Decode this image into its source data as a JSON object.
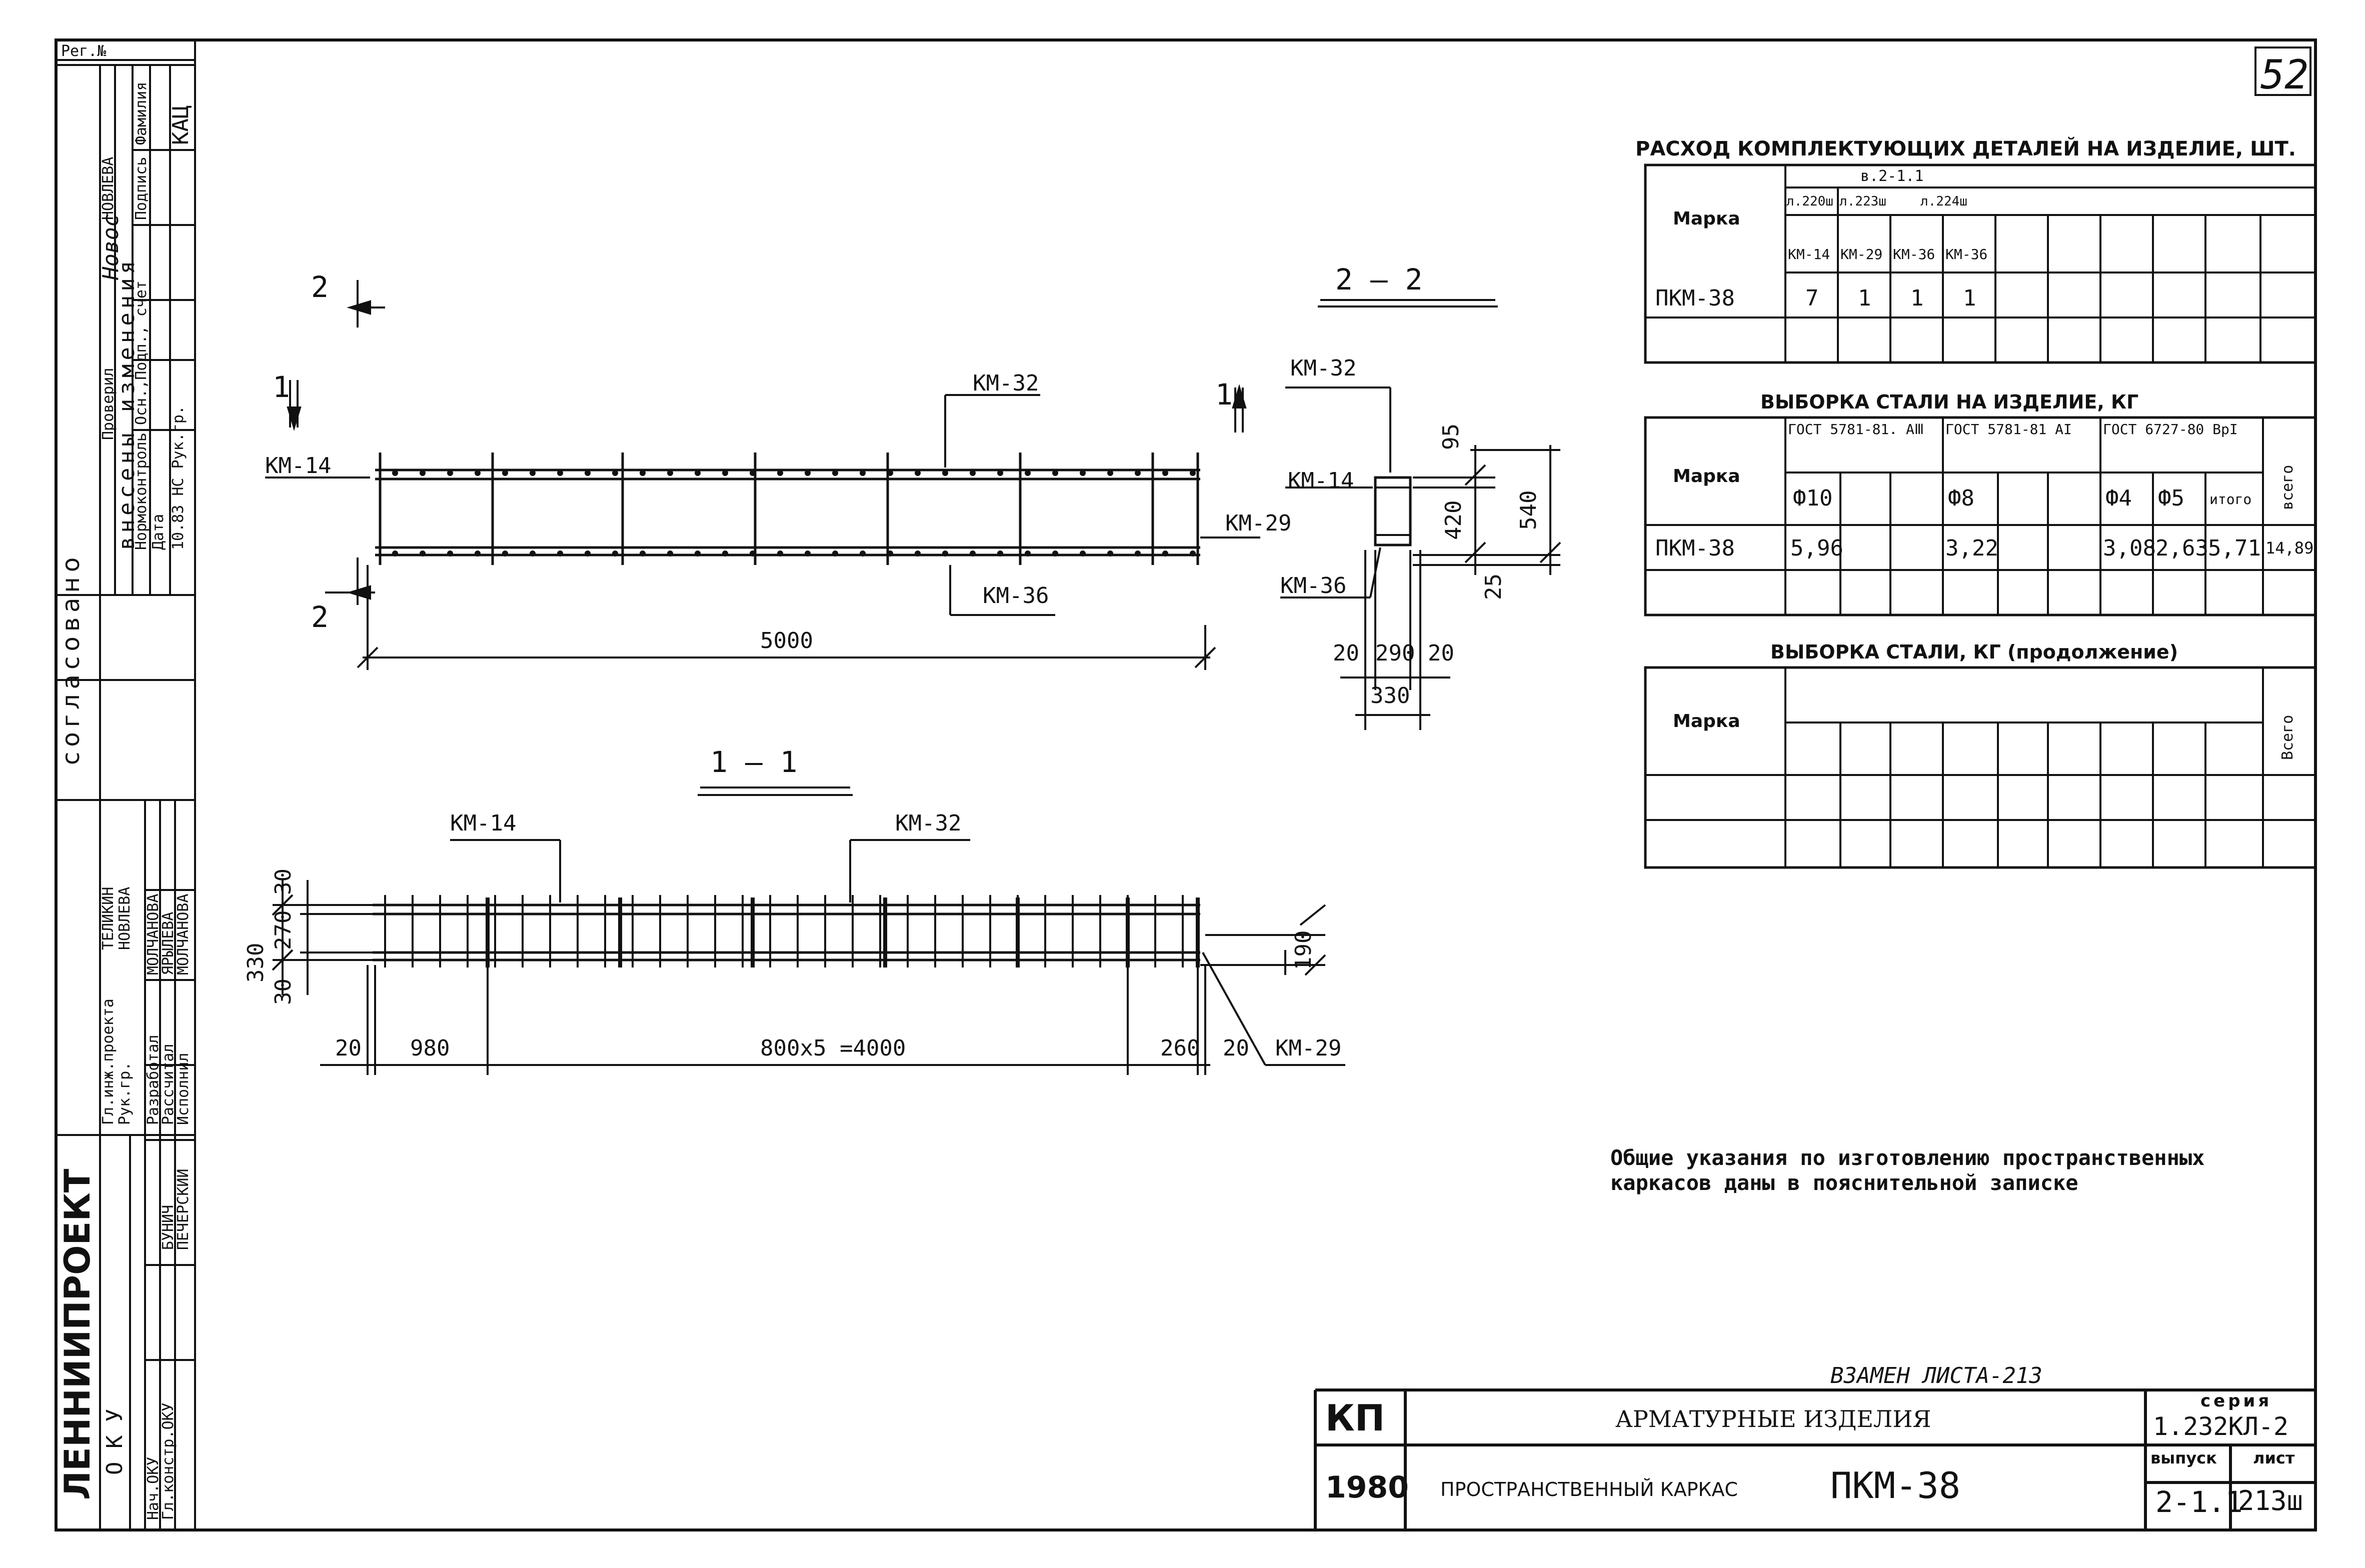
{
  "page_number": "52",
  "side_stamp": {
    "reg_no": "Рег.№",
    "org": "ЛЕННИИПРОЕКТ",
    "dept": "О К У",
    "agreed": "согласовано",
    "changes_title": "внесены изменения",
    "checked_label": "Проверил",
    "checked_sig": "Новос",
    "checked_name": "НОВЛЕВА",
    "norm_label": "Нормоконтроль",
    "col_date": "Дата",
    "col_basis": "Осн.,Подп., счет",
    "col_signature": "Подпись",
    "col_surname": "Фамилия",
    "change_row": "10.83 НС Рук.гр.",
    "change_surname": "КАЦ",
    "gip_label": "Гл.инж.проекта",
    "gip_name": "ТЕЛИКИН",
    "group_label": "Рук.гр.",
    "group_name": "НОВЛЕВА",
    "developed_label": "Разработал",
    "developed_name": "МОЛЧАНОВА",
    "calc_label": "Рассчитал",
    "calc_name": "ЯРЫЛЕВА",
    "exec_label": "Исполнил",
    "exec_name": "МОЛЧАНОВА",
    "head_label": "Нач.ОКУ",
    "head_name": "ПЕЧЕРСКИЙ",
    "chief_label": "Гл.констр.ОКУ",
    "chief_name": "БУНИЧ"
  },
  "elevation": {
    "section_mark": "2",
    "section_mark_11": "1",
    "km32": "КМ-32",
    "km14": "КМ-14",
    "km29": "КМ-29",
    "km36": "КМ-36",
    "length": "5000"
  },
  "section22": {
    "title": "2 — 2",
    "km32": "КМ-32",
    "km14": "КМ-14",
    "km36": "КМ-36",
    "d95": "95",
    "d420": "420",
    "d540": "540",
    "d25": "25",
    "d20a": "20",
    "d290": "290",
    "d20b": "20",
    "d330": "330"
  },
  "section11": {
    "title": "1 — 1",
    "km14": "КМ-14",
    "km32": "КМ-32",
    "km29": "КМ-29",
    "d330": "330",
    "d30a": "30",
    "d270": "270",
    "d30b": "30",
    "d190": "190",
    "d20a": "20",
    "d980": "980",
    "dspan": "800х5 =4000",
    "d260": "260",
    "d20b": "20"
  },
  "table1": {
    "title": "РАСХОД КОМПЛЕКТУЮЩИХ ДЕТАЛЕЙ НА ИЗДЕЛИЕ, ШТ.",
    "marka": "Марка",
    "group": "в.2-1.1",
    "sub1": "л.220ш",
    "sub2": "л.223ш",
    "sub3": "л.224ш",
    "cols": [
      "КМ-14",
      "КМ-29",
      "КМ-36",
      "КМ-36"
    ],
    "row_mark": "ПКМ-38",
    "row_vals": [
      "7",
      "1",
      "1",
      "1"
    ]
  },
  "table2": {
    "title": "ВЫБОРКА СТАЛИ НА ИЗДЕЛИЕ, КГ",
    "marka": "Марка",
    "g1": "ГОСТ 5781-81. АⅢ",
    "g2": "ГОСТ 5781-81 АI",
    "g3": "ГОСТ 6727-80 ВрI",
    "total": "всего",
    "d10": "Ф10",
    "d8": "Ф8",
    "d4": "Ф4",
    "d5": "Ф5",
    "itogo": "итого",
    "row_mark": "ПКМ-38",
    "v10": "5,96",
    "v8": "3,22",
    "v4": "3,08",
    "v5": "2,63",
    "vitogo": "5,71",
    "vtotal": "14,89"
  },
  "table3": {
    "title": "ВЫБОРКА СТАЛИ, КГ (продолжение)",
    "marka": "Марка",
    "total": "Всего"
  },
  "notes": {
    "line1": "Общие указания по изготовлению пространственных",
    "line2": "каркасов даны в пояснительной записке"
  },
  "title_block": {
    "replace": "ВЗАМЕН ЛИСТА-213",
    "kp": "КП",
    "year": "1980",
    "subject": "АРМАТУРНЫЕ ИЗДЕЛИЯ",
    "name_label": "ПРОСТРАНСТВЕННЫЙ КАРКАС",
    "name_mark": "ПКМ-38",
    "series_label": "серия",
    "series": "1.232КЛ-2",
    "issue_label": "выпуск",
    "issue": "2-1.1",
    "sheet_label": "лист",
    "sheet": "213ш"
  }
}
